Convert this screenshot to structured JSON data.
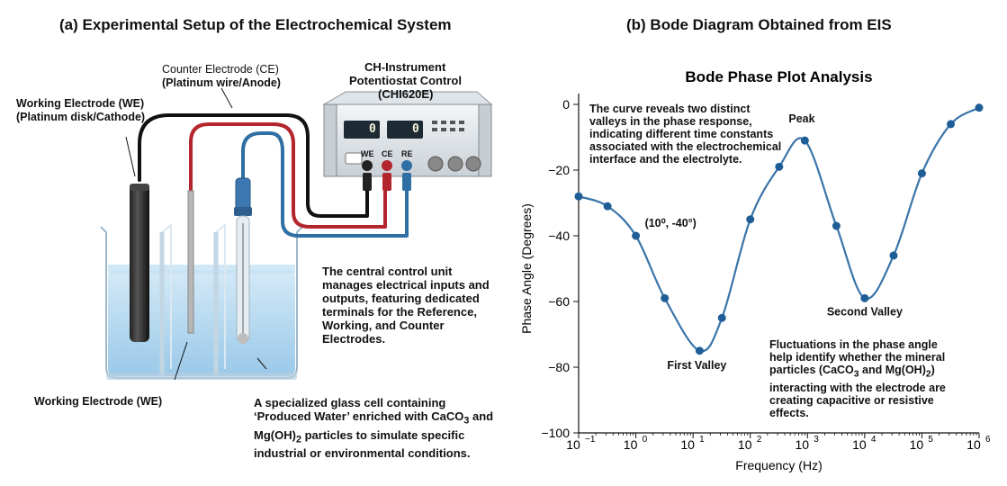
{
  "left_panel": {
    "title": "(a) Experimental Setup of the Electrochemical System",
    "labels": {
      "we_top": "Working Electrode (WE)",
      "we_top_sub": "(Platinum disk/Cathode)",
      "ce": "Counter Electrode (CE)",
      "ce_sub": "(Platinum wire/Anode)",
      "instrument": "CH-Instrument",
      "instrument_2": "Potentiostat Control",
      "instrument_3": "(CHI620E)",
      "we_bottom": "Working Electrode (WE)"
    },
    "instrument": {
      "display_1": "0",
      "display_2": "0",
      "terminals": [
        "WE",
        "CE",
        "RE"
      ]
    },
    "notes": {
      "control_unit": "The central control unit manages electrical inputs and outputs, featuring dedicated terminals for the Reference, Working, and Counter Electrodes.",
      "cell_1": "A specialized glass cell containing ‘Produced Water’ enriched with CaCO",
      "cell_sub1": "3",
      "cell_2": "and Mg(OH)",
      "cell_sub2": "2",
      "cell_3": "particles to simulate specific industrial or environmental conditions."
    },
    "colors": {
      "black_lead": "#111111",
      "red_lead": "#b3262d",
      "blue_lead": "#2f6fa3",
      "water": "#a9d2ec"
    }
  },
  "right_panel": {
    "title": "(b) Bode Diagram Obtained from EIS",
    "note_top": "The curve reveals two distinct valleys in the phase response, indicating different time constants associated with the electrochemical interface and the electrolyte.",
    "note_bottom_1": "Fluctuations in the phase angle help identify whether the mineral particles (CaCO",
    "note_bottom_sub1": "3",
    "note_bottom_2": " and Mg(OH)",
    "note_bottom_sub2": "2",
    "note_bottom_3": ") interacting with the electrode are creating capacitive or resistive effects."
  },
  "chart_data": {
    "type": "line",
    "title": "Bode Phase Plot Analysis",
    "xlabel": "Frequency (Hz)",
    "ylabel": "Phase Angle (Degrees)",
    "x_scale": "log",
    "xlim": [
      0.1,
      1000000
    ],
    "ylim": [
      -100,
      0
    ],
    "x_ticks": [
      {
        "value": 0.1,
        "base": "10",
        "exp": "−1"
      },
      {
        "value": 1,
        "base": "10",
        "exp": "0"
      },
      {
        "value": 10,
        "base": "10",
        "exp": "1"
      },
      {
        "value": 100,
        "base": "10",
        "exp": "2"
      },
      {
        "value": 1000,
        "base": "10",
        "exp": "3"
      },
      {
        "value": 10000,
        "base": "10",
        "exp": "4"
      },
      {
        "value": 100000,
        "base": "10",
        "exp": "5"
      },
      {
        "value": 1000000,
        "base": "10",
        "exp": "6"
      }
    ],
    "y_ticks": [
      0,
      -20,
      -40,
      -60,
      -80,
      -100
    ],
    "y_tick_labels": [
      "0",
      "−20",
      "−40",
      "−60",
      "−80",
      "−100"
    ],
    "grid": false,
    "line_color": "#3a74a8",
    "marker_color": "#1f5d96",
    "series": [
      {
        "x": [
          0.1,
          0.32,
          1,
          3.2,
          13,
          32,
          100,
          320,
          900,
          3200,
          10000,
          32000,
          100000,
          320000,
          1000000
        ],
        "y": [
          -28,
          -31,
          -40,
          -59,
          -75,
          -65,
          -35,
          -19,
          -11,
          -37,
          -59,
          -46,
          -21,
          -6,
          -1
        ]
      }
    ],
    "annotations": [
      {
        "text": "(10⁰, -40°)",
        "x": 1,
        "y": -40
      },
      {
        "text": "First Valley",
        "x": 13,
        "y": -75
      },
      {
        "text": "Peak",
        "x": 900,
        "y": -11
      },
      {
        "text": "Second Valley",
        "x": 10000,
        "y": -59
      }
    ]
  }
}
